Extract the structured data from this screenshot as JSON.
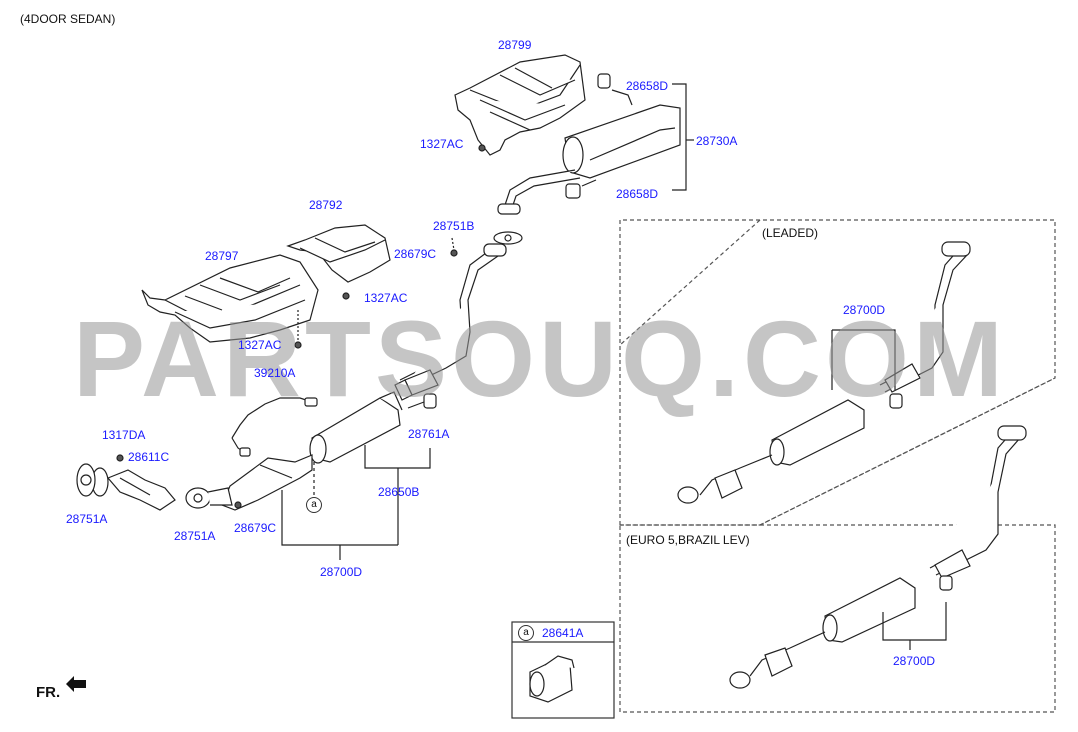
{
  "header": {
    "title": "(4DOOR SEDAN)"
  },
  "watermark": "PARTSOUQ.COM",
  "footer": {
    "fr": "FR."
  },
  "sections": {
    "leaded": "(LEADED)",
    "euro": "(EURO 5,BRAZIL LEV)"
  },
  "labels": {
    "p28799": "28799",
    "p28658D_top": "28658D",
    "p28730A": "28730A",
    "p1327AC_1": "1327AC",
    "p28658D_bot": "28658D",
    "p28751B": "28751B",
    "p28792": "28792",
    "p28679C_top": "28679C",
    "p28797": "28797",
    "p1327AC_2": "1327AC",
    "p1327AC_3": "1327AC",
    "p39210A": "39210A",
    "p28761A": "28761A",
    "p1317DA": "1317DA",
    "p28611C": "28611C",
    "p28650B": "28650B",
    "p28751A_1": "28751A",
    "p28751A_2": "28751A",
    "p28679C_bot": "28679C",
    "p28700D_main": "28700D",
    "p28700D_leaded": "28700D",
    "p28700D_euro": "28700D",
    "p28641A": "28641A",
    "callout_a": "a",
    "callout_a_box": "a"
  },
  "colors": {
    "label": "#1a1aff",
    "line": "#222222",
    "watermark": "#969696"
  }
}
